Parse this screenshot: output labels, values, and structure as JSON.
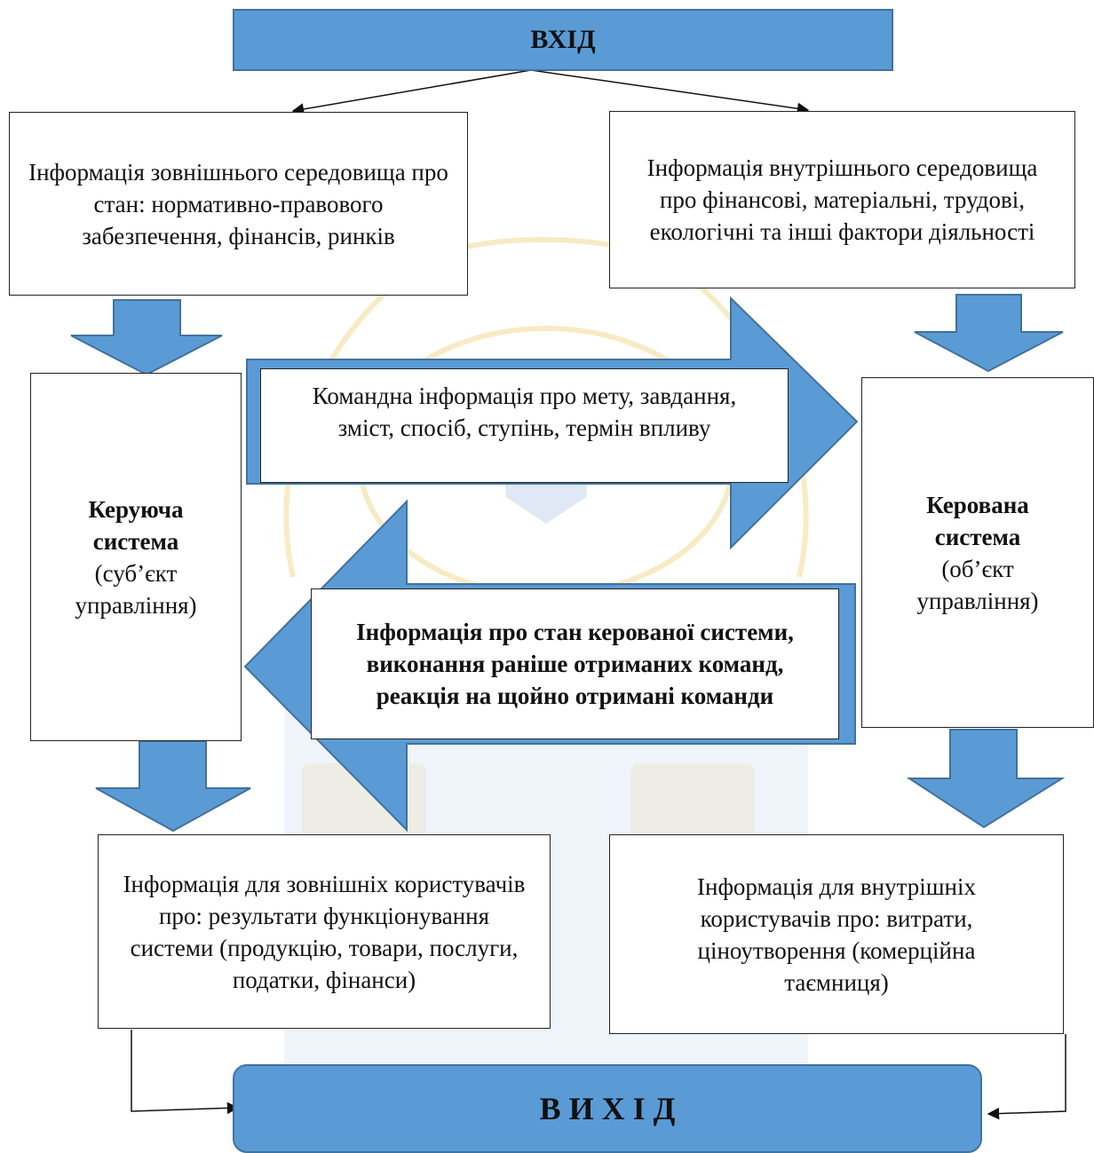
{
  "input": {
    "label": "ВХІД"
  },
  "output": {
    "label": "В И Х І Д"
  },
  "external_info": {
    "text": "Інформація зовнішнього середовища про стан: нормативно-правового забезпечення, фінансів, ринків"
  },
  "internal_info": {
    "text": "Інформація внутрішнього середовища про фінансові, матеріальні, трудові, екологічні та інші фактори діяльності"
  },
  "controlling_system": {
    "title": "Керуюча система",
    "subtitle": "(суб’єкт управління)"
  },
  "controlled_system": {
    "title": "Керована система",
    "subtitle": "(об’єкт управління)"
  },
  "command_info": {
    "text": "Командна інформація про мету, завдання, зміст, спосіб, ступінь, термін впливу"
  },
  "feedback_info": {
    "text": "Інформація про стан керованої системи, виконання раніше отриманих команд, реакція на щойно отримані команди"
  },
  "external_users": {
    "text": "Інформація для зовнішніх користувачів про: результати функціонування системи (продукцію, товари, послуги, податки, фінанси)"
  },
  "internal_users": {
    "text": "Інформація для внутрішніх користувачів про: витрати, ціноутворення (комерційна таємниця)"
  },
  "colors": {
    "arrow_fill": "#5b9bd5",
    "arrow_stroke": "#41719c",
    "watermark": "#f1d98a"
  }
}
